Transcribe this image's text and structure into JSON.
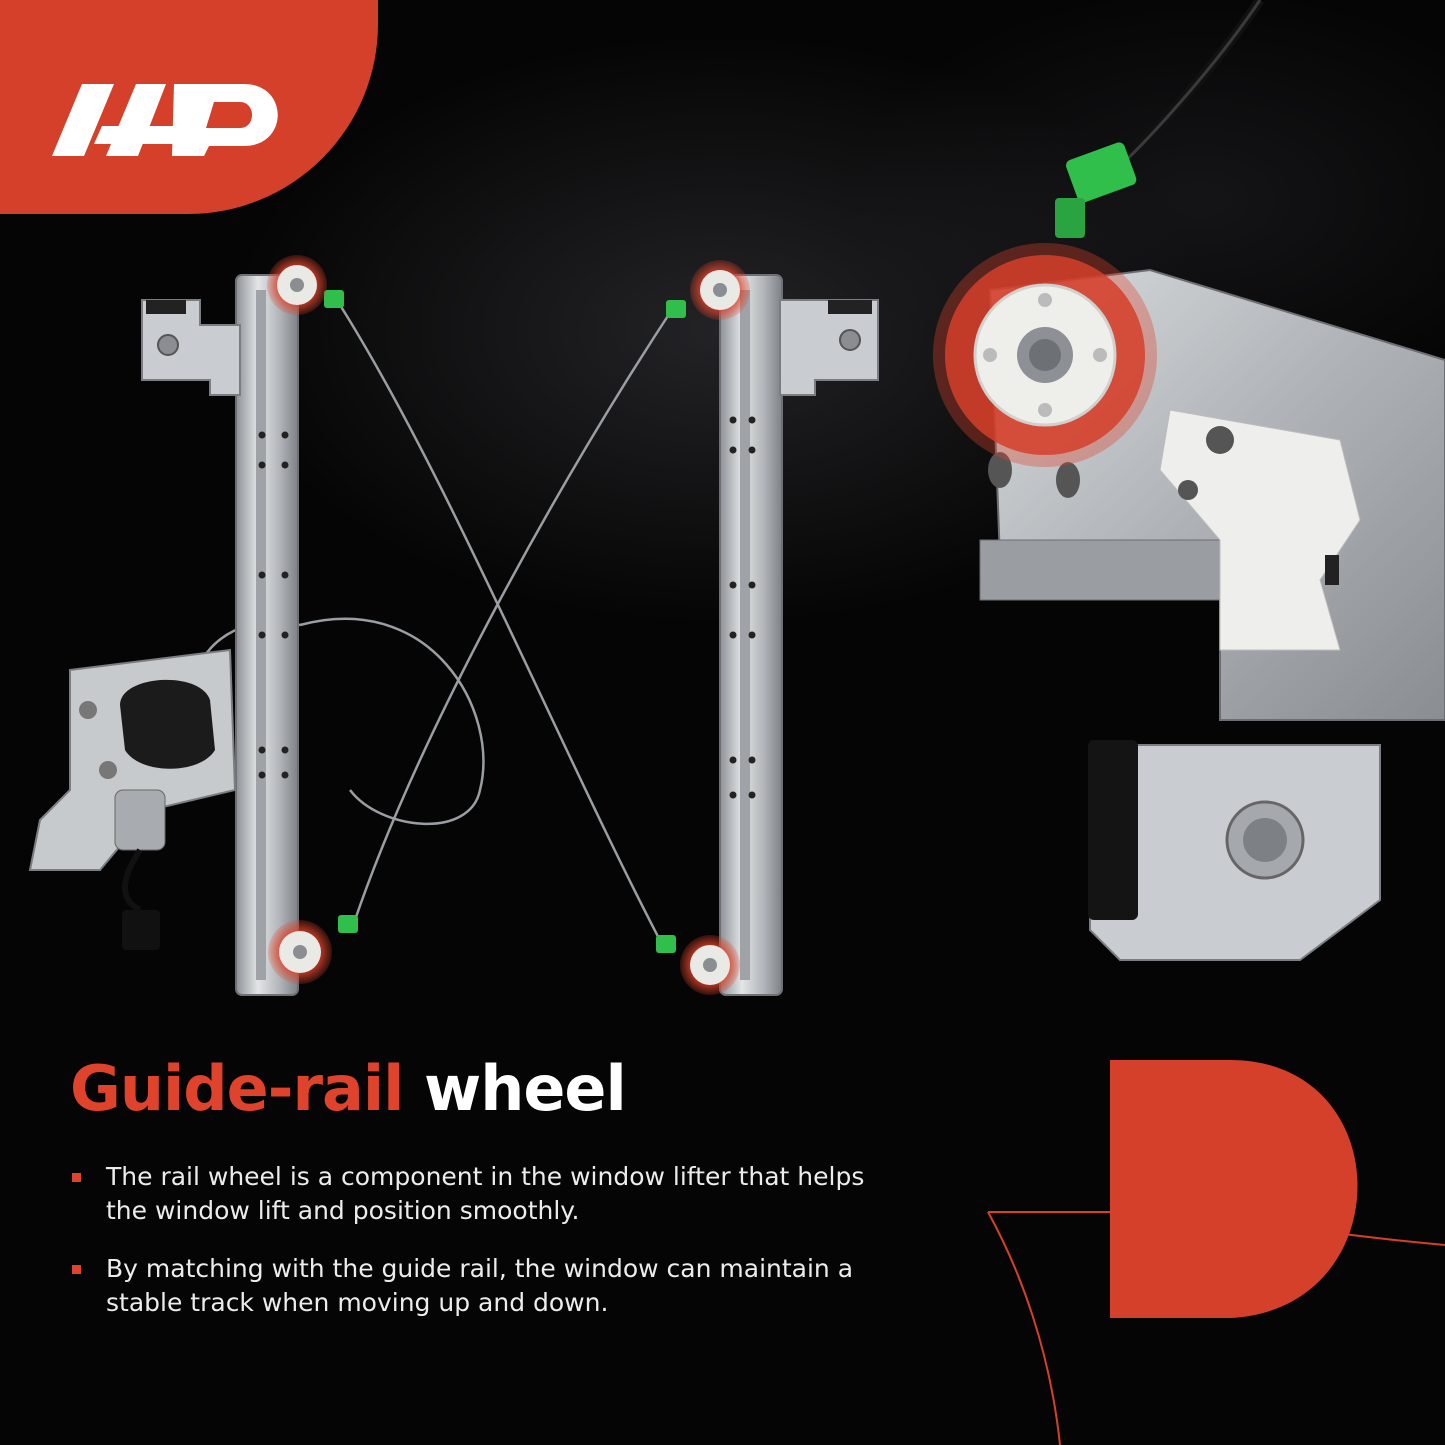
{
  "brand": {
    "logo_text": "AP",
    "accent_color": "#d5402a"
  },
  "headline": {
    "accent": "Guide-rail",
    "plain": "wheel"
  },
  "bullets": [
    {
      "text": "The rail wheel is a component in the window lifter that helps the window lift and position smoothly."
    },
    {
      "text": "By matching with the guide rail, the window can maintain a stable track when moving up and down."
    }
  ],
  "colors": {
    "background": "#050505",
    "accent": "#e0432b",
    "text": "#ececec",
    "highlight_ring": "#e0432b",
    "clip_green": "#2fbf4a",
    "metal": "#bfc3c7"
  }
}
